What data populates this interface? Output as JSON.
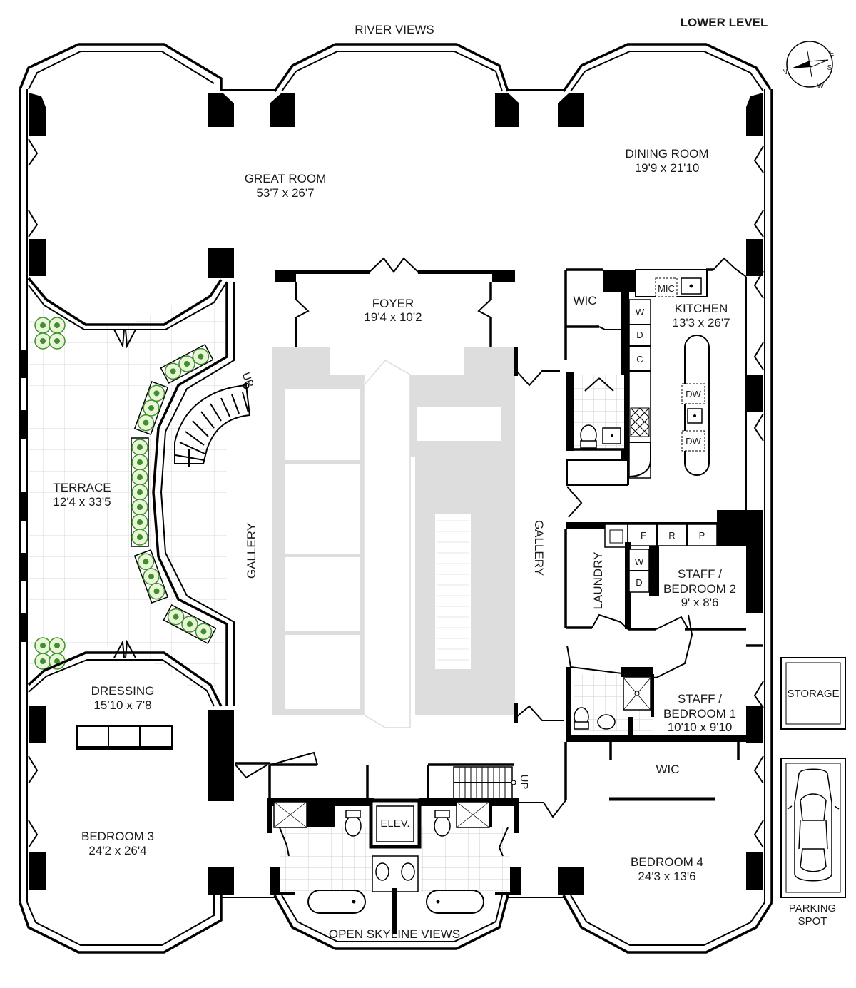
{
  "header": {
    "level": "LOWER LEVEL",
    "top_view": "RIVER VIEWS",
    "bottom_view": "OPEN SKYLINE VIEWS"
  },
  "compass": {
    "letters": [
      "N",
      "E",
      "S",
      "W"
    ]
  },
  "rooms": {
    "great_room": {
      "name": "GREAT ROOM",
      "size": "53'7 x 26'7"
    },
    "dining_room": {
      "name": "DINING ROOM",
      "size": "19'9 x 21'10"
    },
    "foyer": {
      "name": "FOYER",
      "size": "19'4 x 10'2"
    },
    "kitchen": {
      "name": "KITCHEN",
      "size": "13'3 x 26'7"
    },
    "terrace": {
      "name": "TERRACE",
      "size": "12'4 x 33'5"
    },
    "staff_bedroom_2": {
      "name_1": "STAFF /",
      "name_2": "BEDROOM 2",
      "size": "9' x 8'6"
    },
    "staff_bedroom_1": {
      "name_1": "STAFF /",
      "name_2": "BEDROOM 1",
      "size": "10'10 x 9'10"
    },
    "dressing": {
      "name": "DRESSING",
      "size": "15'10 x 7'8"
    },
    "bedroom_3": {
      "name": "BEDROOM 3",
      "size": "24'2 x 26'4"
    },
    "bedroom_4": {
      "name": "BEDROOM 4",
      "size": "24'3 x 13'6"
    }
  },
  "labels": {
    "wic_kitchen": "WIC",
    "wic_bedroom4": "WIC",
    "gallery_left": "GALLERY",
    "gallery_right": "GALLERY",
    "laundry": "LAUNDRY",
    "elevator": "ELEV.",
    "stair_up_1": "UP",
    "stair_up_2": "UP",
    "storage": "STORAGE",
    "parking_1": "PARKING",
    "parking_2": "SPOT"
  },
  "appliances": {
    "microwave": "MIC",
    "washer": "W",
    "dryer": "D",
    "cooktop_c": "C",
    "dishwasher_1": "DW",
    "dishwasher_2": "DW",
    "fridge": "F",
    "range": "R",
    "pantry": "P",
    "laundry_w": "W",
    "laundry_d": "D"
  },
  "colors": {
    "walls": "#000000",
    "core": "#dddddd",
    "planter": "#3f8f2a",
    "tile": "#d8d8d8"
  }
}
